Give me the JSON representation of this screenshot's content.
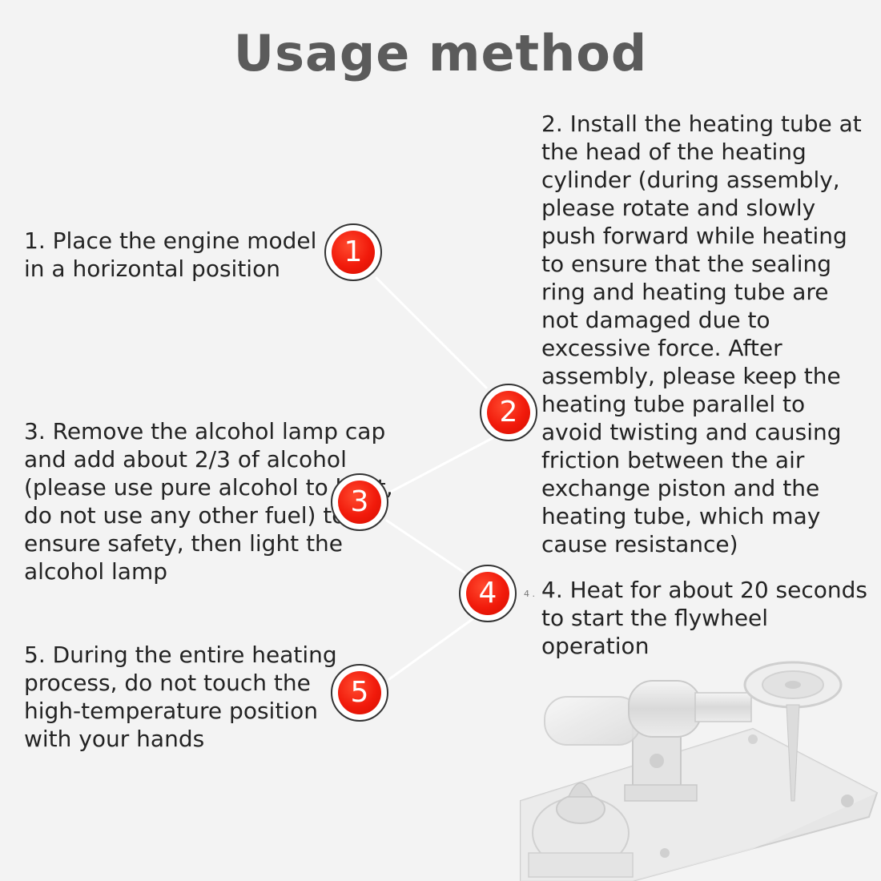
{
  "title": "Usage method",
  "steps": [
    {
      "badge": "1",
      "text": "1. Place the engine model in a horizontal position"
    },
    {
      "badge": "2",
      "text": "2. Install the heating tube at the head of the heating cylinder (during assembly, please rotate and slowly push forward while heating to ensure that the sealing ring and heating tube are not damaged due to excessive force. After assembly, please keep the heating tube parallel to avoid twisting and causing friction between the air exchange piston and the heating tube, which may cause resistance)"
    },
    {
      "badge": "3",
      "text": "3. Remove the alcohol lamp cap and add about 2/3 of alcohol (please use pure alcohol to heat, do not use any other fuel) to ensure safety, then light the alcohol lamp"
    },
    {
      "badge": "4",
      "text": "4. Heat for about 20 seconds to start the flywheel operation"
    },
    {
      "badge": "5",
      "text": "5. During the entire heating process, do not touch the high-temperature position with your hands"
    }
  ],
  "tiny_mark": "4 .",
  "colors": {
    "background": "#f3f3f3",
    "title": "#5b5b5b",
    "badge_fill": "#f11a0b",
    "badge_ring": "#333333",
    "connector": "#ffffff"
  },
  "image": "stirling-engine-model-image"
}
